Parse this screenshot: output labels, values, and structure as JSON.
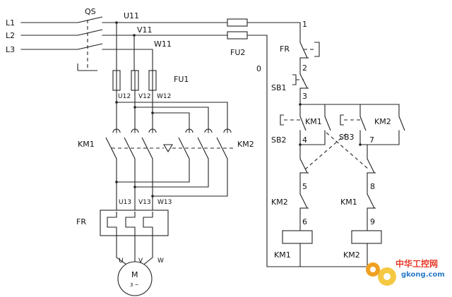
{
  "power": {
    "phases": [
      "L1",
      "L2",
      "L3"
    ],
    "isolator": "QS",
    "nodes_in": [
      "U11",
      "V11",
      "W11"
    ],
    "fuse_main": "FU1",
    "fuse_main_terminals": [
      "U12",
      "V12",
      "W12"
    ],
    "contactor_forward": "KM1",
    "contactor_reverse": "KM2",
    "nodes_out": [
      "U13",
      "V13",
      "W13"
    ],
    "overload": "FR",
    "motor_terminals": [
      "U",
      "V",
      "W"
    ],
    "motor_label": "M",
    "motor_sub": "3 ~"
  },
  "control": {
    "fuse_ctrl": "FU2",
    "common_node": "0",
    "node_labels": [
      "1",
      "2",
      "3",
      "4",
      "5",
      "6",
      "7",
      "8",
      "9"
    ],
    "overload_contact": "FR",
    "stop_button": "SB1",
    "forward_button": "SB2",
    "reverse_button": "SB3",
    "forward_hold": "KM1",
    "reverse_hold": "KM2",
    "interlock_forward": "KM2",
    "interlock_reverse": "KM1",
    "coil_forward": "KM1",
    "coil_reverse": "KM2"
  },
  "watermark": {
    "brand_cn": "中华工控网",
    "brand_url": "gkong.com"
  },
  "colors": {
    "line": "#222222",
    "watermark_red": "#e83828",
    "watermark_blue": "#2a7bc8",
    "gear_orange": "#f0a020",
    "gear_yellow": "#f5c842"
  }
}
